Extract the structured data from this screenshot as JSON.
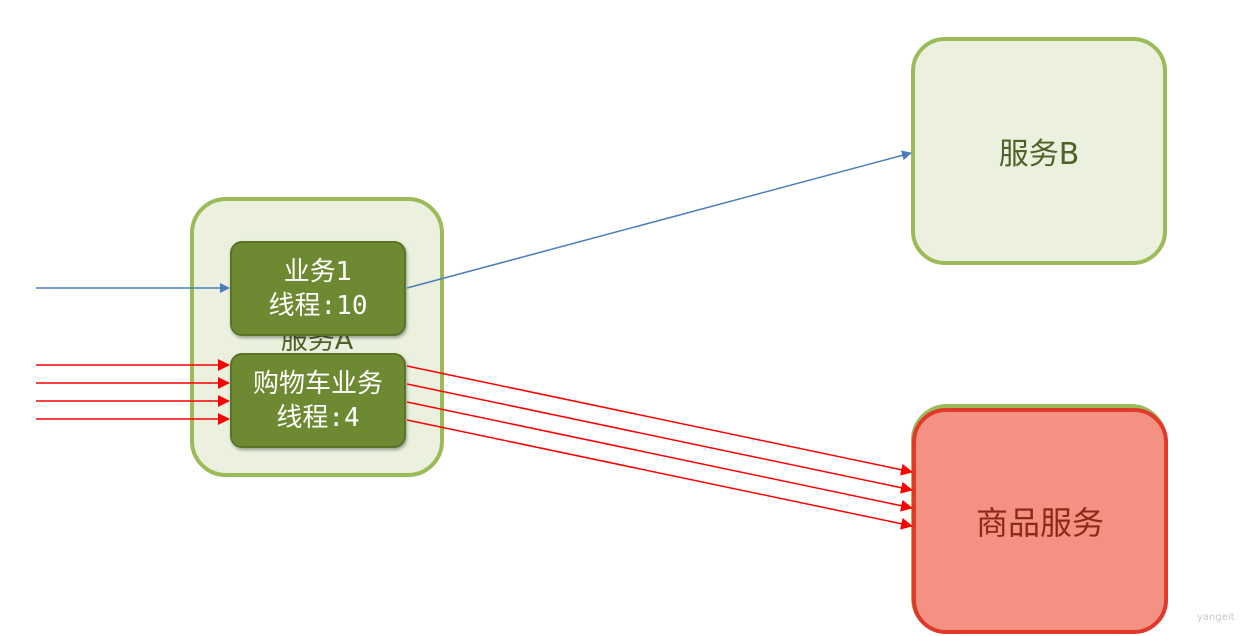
{
  "service_a": {
    "label": "服务A"
  },
  "business1": {
    "line1": "业务1",
    "line2": "线程:10"
  },
  "cart_business": {
    "line1": "购物车业务",
    "line2": "线程:4"
  },
  "service_b": {
    "label": "服务B"
  },
  "goods_service": {
    "label": "商品服务"
  },
  "watermark": "yangeit",
  "colors": {
    "normal_arrow": "#4a7ebb",
    "overload_arrow": "#ff0000",
    "green_border": "#9bbb59",
    "thread_fill": "#6d8a32",
    "alert_fill": "#f39283",
    "alert_border": "#e0382a"
  }
}
